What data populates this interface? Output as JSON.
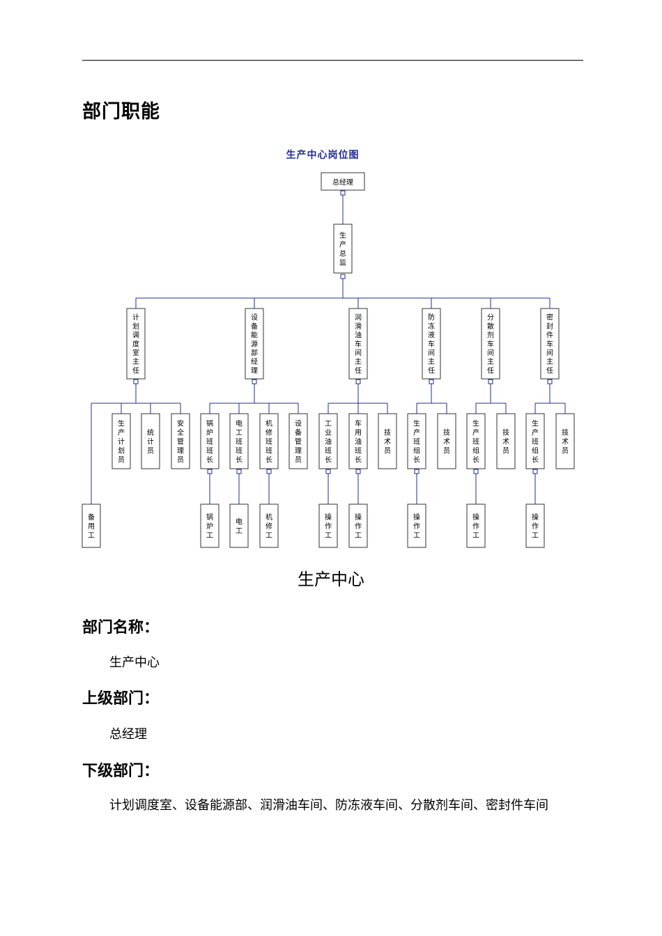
{
  "page": {
    "heading": "部门职能",
    "caption": "生产中心",
    "sections": [
      {
        "heading": "部门名称：",
        "text": "生产中心"
      },
      {
        "heading": "上级部门：",
        "text": "总经理"
      },
      {
        "heading": "下级部门：",
        "text": "计划调度室、设备能源部、润滑油车间、防冻液车间、分散剂车间、密封件车间"
      }
    ]
  },
  "org_chart": {
    "title": "生产中心岗位图",
    "colors": {
      "title": "#1f2c9a",
      "line": "#1f2c9a",
      "box": "#333333"
    },
    "root": "总经理",
    "director": "生产总监",
    "departments": [
      {
        "name": "计划调度室主任",
        "staff": [
          "生产计划员",
          "统计员",
          "安全管理员"
        ],
        "workers": [],
        "extra": "备用工"
      },
      {
        "name": "设备能源部经理",
        "staff": [
          "锅炉班班长",
          "电工班班长",
          "机修班班长",
          "设备管理员"
        ],
        "workers": [
          "锅炉工",
          "电工",
          "机修工"
        ]
      },
      {
        "name": "润滑油车间主任",
        "staff": [
          "工业油班长",
          "车用油班长",
          "技术员"
        ],
        "workers": [
          "操作工",
          "操作工"
        ]
      },
      {
        "name": "防冻液车间主任",
        "staff": [
          "生产班组长",
          "技术员"
        ],
        "workers": [
          "操作工"
        ]
      },
      {
        "name": "分散剂车间主任",
        "staff": [
          "生产班组长",
          "技术员"
        ],
        "workers": [
          "操作工"
        ]
      },
      {
        "name": "密封件车间主任",
        "staff": [
          "生产班组长",
          "技术员"
        ],
        "workers": [
          "操作工"
        ]
      }
    ]
  }
}
